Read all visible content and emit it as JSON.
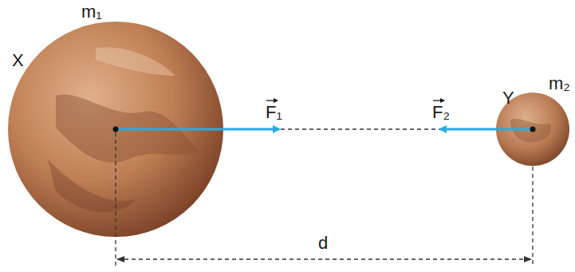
{
  "diagram": {
    "nodes": [
      {
        "text": [
          "X",
          "m₁"
        ]
      },
      {
        "text": [
          "Y",
          "m₂"
        ]
      }
    ],
    "edges": [
      {
        "from": 0,
        "to": 1,
        "arrow": "none"
      }
    ],
    "labels": [
      "F₁",
      "F₂",
      "d"
    ]
  }
}
